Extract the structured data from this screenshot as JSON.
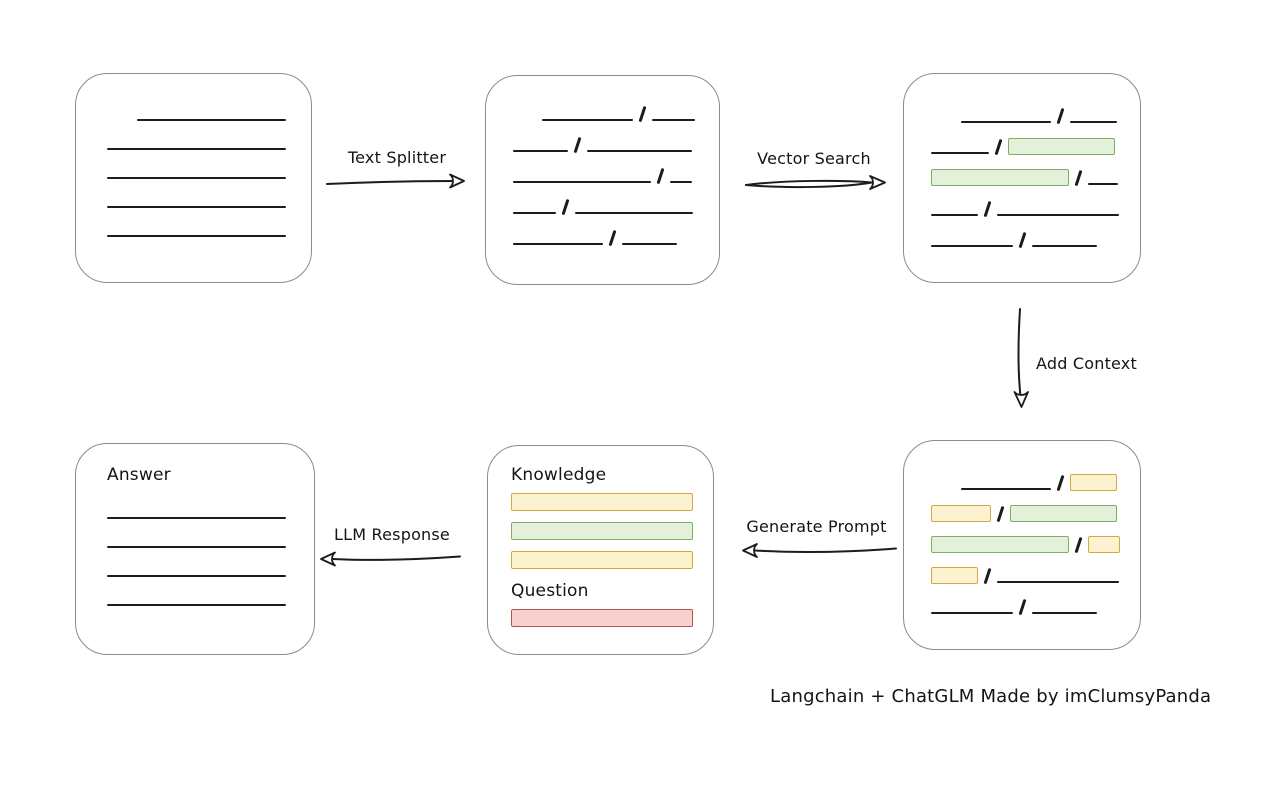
{
  "caption": "Langchain + ChatGLM Made by imClumsyPanda",
  "colors": {
    "stroke": "#1c1c1c",
    "box_border": "#8c8c8c",
    "green_fill": "#e3f0da",
    "green_border": "#7fae5f",
    "yellow_fill": "#fdf2d0",
    "yellow_border": "#d4a943",
    "red_fill": "#f7d1ce",
    "red_border": "#b5534e"
  },
  "arrows": {
    "text_splitter": {
      "label": "Text Splitter",
      "direction": "right"
    },
    "vector_search": {
      "label": "Vector Search",
      "direction": "right"
    },
    "add_context": {
      "label": "Add Context",
      "direction": "down"
    },
    "generate_prompt": {
      "label": "Generate Prompt",
      "direction": "left"
    },
    "llm_response": {
      "label": "LLM Response",
      "direction": "left"
    }
  },
  "boxes": {
    "document": {
      "rows": [
        [
          {
            "t": "line",
            "w": 149,
            "ml": 30
          }
        ],
        [
          {
            "t": "line",
            "w": 179
          }
        ],
        [
          {
            "t": "line",
            "w": 179
          }
        ],
        [
          {
            "t": "line",
            "w": 179
          }
        ],
        [
          {
            "t": "line",
            "w": 179
          }
        ]
      ]
    },
    "split": {
      "rows": [
        [
          {
            "t": "line",
            "w": 91,
            "ml": 29
          },
          {
            "t": "slash"
          },
          {
            "t": "line",
            "w": 43
          }
        ],
        [
          {
            "t": "line",
            "w": 55
          },
          {
            "t": "slash"
          },
          {
            "t": "line",
            "w": 105
          }
        ],
        [
          {
            "t": "line",
            "w": 138
          },
          {
            "t": "slash"
          },
          {
            "t": "line",
            "w": 22
          }
        ],
        [
          {
            "t": "line",
            "w": 43
          },
          {
            "t": "slash"
          },
          {
            "t": "line",
            "w": 118
          }
        ],
        [
          {
            "t": "line",
            "w": 90
          },
          {
            "t": "slash"
          },
          {
            "t": "line",
            "w": 55
          }
        ]
      ]
    },
    "vector": {
      "rows": [
        [
          {
            "t": "line",
            "w": 90,
            "ml": 30
          },
          {
            "t": "slash"
          },
          {
            "t": "line",
            "w": 47
          }
        ],
        [
          {
            "t": "line",
            "w": 58
          },
          {
            "t": "slash"
          },
          {
            "t": "bar",
            "c": "green",
            "w": 107
          }
        ],
        [
          {
            "t": "bar",
            "c": "green",
            "w": 138
          },
          {
            "t": "slash"
          },
          {
            "t": "line",
            "w": 30
          }
        ],
        [
          {
            "t": "line",
            "w": 47
          },
          {
            "t": "slash"
          },
          {
            "t": "line",
            "w": 122
          }
        ],
        [
          {
            "t": "line",
            "w": 82
          },
          {
            "t": "slash"
          },
          {
            "t": "line",
            "w": 65
          }
        ]
      ]
    },
    "context": {
      "rows": [
        [
          {
            "t": "line",
            "w": 90,
            "ml": 30
          },
          {
            "t": "slash"
          },
          {
            "t": "bar",
            "c": "yellow",
            "w": 47
          }
        ],
        [
          {
            "t": "bar",
            "c": "yellow",
            "w": 60
          },
          {
            "t": "slash"
          },
          {
            "t": "bar",
            "c": "green",
            "w": 107
          }
        ],
        [
          {
            "t": "bar",
            "c": "green",
            "w": 138
          },
          {
            "t": "slash"
          },
          {
            "t": "bar",
            "c": "yellow",
            "w": 32
          }
        ],
        [
          {
            "t": "bar",
            "c": "yellow",
            "w": 47
          },
          {
            "t": "slash"
          },
          {
            "t": "line",
            "w": 122
          }
        ],
        [
          {
            "t": "line",
            "w": 82
          },
          {
            "t": "slash"
          },
          {
            "t": "line",
            "w": 65
          }
        ]
      ]
    },
    "prompt": {
      "knowledge_label": "Knowledge",
      "question_label": "Question",
      "knowledge_rows": [
        [
          {
            "t": "bar",
            "c": "yellow",
            "w": 182
          }
        ],
        [
          {
            "t": "bar",
            "c": "green",
            "w": 182
          }
        ],
        [
          {
            "t": "bar",
            "c": "yellow",
            "w": 182
          }
        ]
      ],
      "question_rows": [
        [
          {
            "t": "bar",
            "c": "red",
            "w": 182
          }
        ]
      ]
    },
    "answer": {
      "label": "Answer",
      "rows": [
        [
          {
            "t": "line",
            "w": 179
          }
        ],
        [
          {
            "t": "line",
            "w": 179
          }
        ],
        [
          {
            "t": "line",
            "w": 179
          }
        ],
        [
          {
            "t": "line",
            "w": 179
          }
        ]
      ]
    }
  }
}
